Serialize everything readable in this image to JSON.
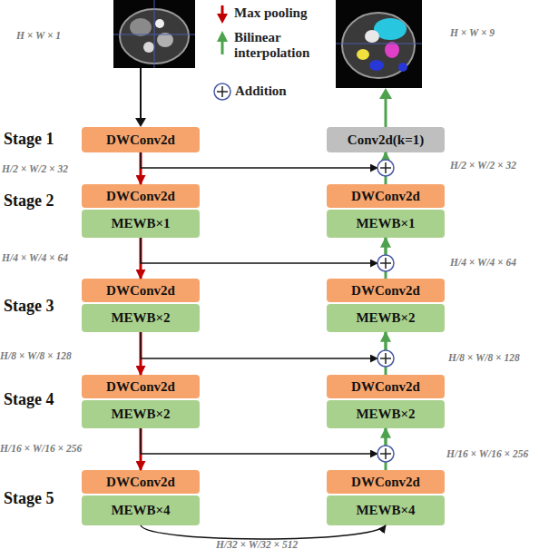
{
  "diagram": {
    "nodes": [
      {
        "text": [
          "DWConv2d"
        ]
      },
      {
        "text": [
          "Conv2d(k=1)"
        ]
      },
      {
        "text": [
          "DWConv2d"
        ]
      },
      {
        "text": [
          "MEWB×1"
        ]
      },
      {
        "text": [
          "DWConv2d"
        ]
      },
      {
        "text": [
          "MEWB×1"
        ]
      },
      {
        "text": [
          "DWConv2d"
        ]
      },
      {
        "text": [
          "MEWB×2"
        ]
      },
      {
        "text": [
          "DWConv2d"
        ]
      },
      {
        "text": [
          "MEWB×2"
        ]
      },
      {
        "text": [
          "DWConv2d"
        ]
      },
      {
        "text": [
          "MEWB×2"
        ]
      },
      {
        "text": [
          "DWConv2d"
        ]
      },
      {
        "text": [
          "MEWB×2"
        ]
      },
      {
        "text": [
          "DWConv2d"
        ]
      },
      {
        "text": [
          "MEWB×4"
        ]
      },
      {
        "text": [
          "DWConv2d"
        ]
      },
      {
        "text": [
          "MEWB×4"
        ]
      }
    ],
    "edges": [
      {
        "from": 0,
        "to": 2,
        "arrow": "to"
      },
      {
        "from": 3,
        "to": 6,
        "arrow": "to"
      },
      {
        "from": 7,
        "to": 10,
        "arrow": "to"
      },
      {
        "from": 11,
        "to": 14,
        "arrow": "to"
      },
      {
        "from": 4,
        "to": 1,
        "arrow": "to"
      },
      {
        "from": 8,
        "to": 5,
        "arrow": "to"
      },
      {
        "from": 12,
        "to": 9,
        "arrow": "to"
      },
      {
        "from": 16,
        "to": 13,
        "arrow": "to"
      },
      {
        "from": 0,
        "to": 1,
        "arrow": "to"
      },
      {
        "from": 3,
        "to": 5,
        "arrow": "to"
      },
      {
        "from": 7,
        "to": 9,
        "arrow": "to"
      },
      {
        "from": 11,
        "to": 13,
        "arrow": "to"
      },
      {
        "from": 15,
        "to": 17,
        "arrow": "to"
      }
    ],
    "labels": [
      "H × W × 1",
      "H × W × 9",
      "Stage 1",
      "H/2 × W/2 × 32",
      "H/2 × W/2 × 32",
      "Stage 2",
      "H/4 × W/4 × 64",
      "H/4 × W/4 × 64",
      "Stage 3",
      "H/8 × W/8 × 128",
      "H/8 × W/8 × 128",
      "Stage 4",
      "H/16 × W/16 × 256",
      "H/16 × W/16 × 256",
      "Stage 5",
      "H/32 × W/32 × 512"
    ],
    "legend": [
      {
        "text": "Max pooling"
      },
      {
        "text": "Bilinear interpolation"
      },
      {
        "text": "Addition"
      }
    ]
  }
}
